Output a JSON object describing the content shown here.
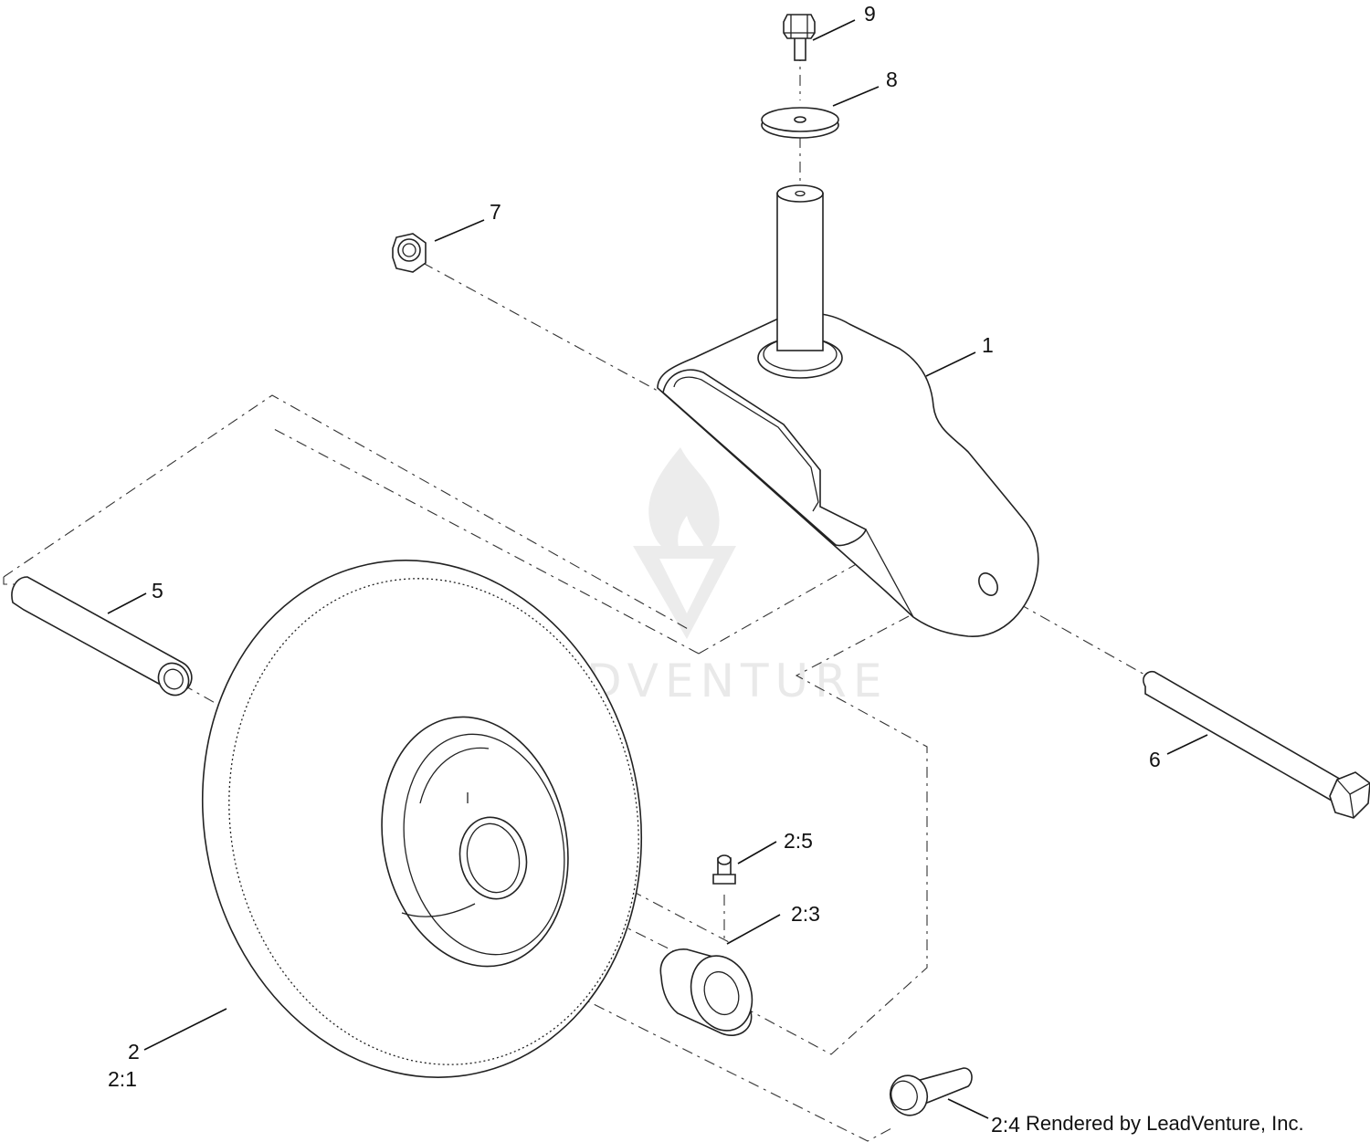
{
  "diagram": {
    "callouts": [
      {
        "id": "c9",
        "label": "9"
      },
      {
        "id": "c8",
        "label": "8"
      },
      {
        "id": "c7",
        "label": "7"
      },
      {
        "id": "c1",
        "label": "1"
      },
      {
        "id": "c5",
        "label": "5"
      },
      {
        "id": "c6",
        "label": "6"
      },
      {
        "id": "c25",
        "label": "2:5"
      },
      {
        "id": "c23",
        "label": "2:3"
      },
      {
        "id": "c2",
        "label": "2"
      },
      {
        "id": "c21",
        "label": "2:1"
      },
      {
        "id": "c24",
        "label": "2:4"
      }
    ],
    "watermark": {
      "text": "LEADVENTURE"
    },
    "footer": {
      "text": "Rendered by LeadVenture, Inc."
    },
    "colors": {
      "line": "#222222",
      "watermark": "#e9e9e9",
      "background": "#ffffff"
    }
  }
}
